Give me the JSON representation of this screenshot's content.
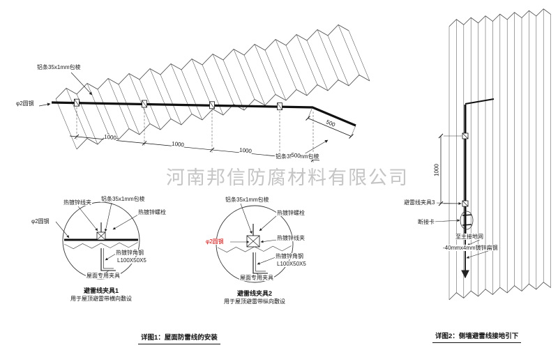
{
  "watermark": "河南邦信防腐材料有限公司",
  "roof": {
    "label_alu_top": "铝条35x1mm包棱",
    "label_alu_bottom": "铝条35x1mm包棱",
    "label_rod": "φ2圆钢",
    "dims": {
      "d1": "1000",
      "d2": "1000",
      "d3": "1000",
      "d4": "500",
      "d5": "500"
    }
  },
  "detail1": {
    "clamp": "热镀锌线夹",
    "strip": "铝条35x1mm包棱",
    "bolt": "热镀锌螺栓",
    "rod": "φ2圆钢",
    "angle": "热镀锌角钢",
    "angle_size": "L100X50X5",
    "fixture": "屋面专用夹具",
    "title": "避雷线夹具1",
    "subtitle": "用于屋顶避雷带横向敷设"
  },
  "detail2": {
    "strip": "铝条35x1mm包棱",
    "bolt": "热镀锌螺栓",
    "rod": "φ2圆钢",
    "clamp": "热镀锌线夹",
    "angle": "热镀锌角钢",
    "angle_size": "L100X50X5",
    "fixture": "屋面专用夹具",
    "title": "避雷线夹具2",
    "subtitle": "用于屋顶避雷带纵向敷设"
  },
  "wall": {
    "dim": "1000",
    "clamp3": "避雷线夹具3",
    "disconnect": "断接卡",
    "to_ground": "至主接地网",
    "flat_steel": "-40mmx4mm镀锌扁钢"
  },
  "captions": {
    "left": "详图1：屋面防雷线的安装",
    "right": "详图2：侧墙避雷线接地引下"
  },
  "colors": {
    "accent_red": "#cc0000",
    "line": "#333333",
    "watermark": "#c5c5c5"
  }
}
